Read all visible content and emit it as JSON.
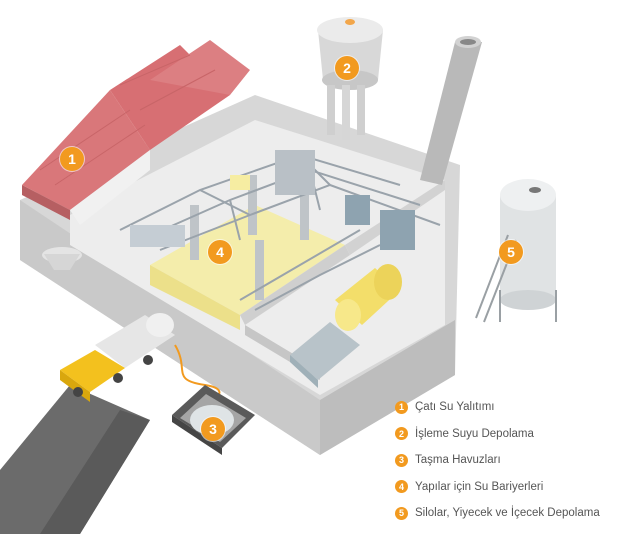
{
  "colors": {
    "accent": "#f29a1f",
    "roof": "#d9777a",
    "wall": "#e6e6e6",
    "floor": "#f2eaa5",
    "road": "#6e6e6e",
    "tank_yellow": "#f3df6d"
  },
  "callouts": [
    {
      "number": "1"
    },
    {
      "number": "2"
    },
    {
      "number": "3"
    },
    {
      "number": "4"
    },
    {
      "number": "5"
    }
  ],
  "legend": [
    {
      "number": "1",
      "label": "Çatı Su Yalıtımı"
    },
    {
      "number": "2",
      "label": "İşleme Suyu Depolama"
    },
    {
      "number": "3",
      "label": "Taşma Havuzları"
    },
    {
      "number": "4",
      "label": "Yapılar için Su Bariyerleri"
    },
    {
      "number": "5",
      "label": "Silolar, Yiyecek ve İçecek Depolama"
    }
  ]
}
